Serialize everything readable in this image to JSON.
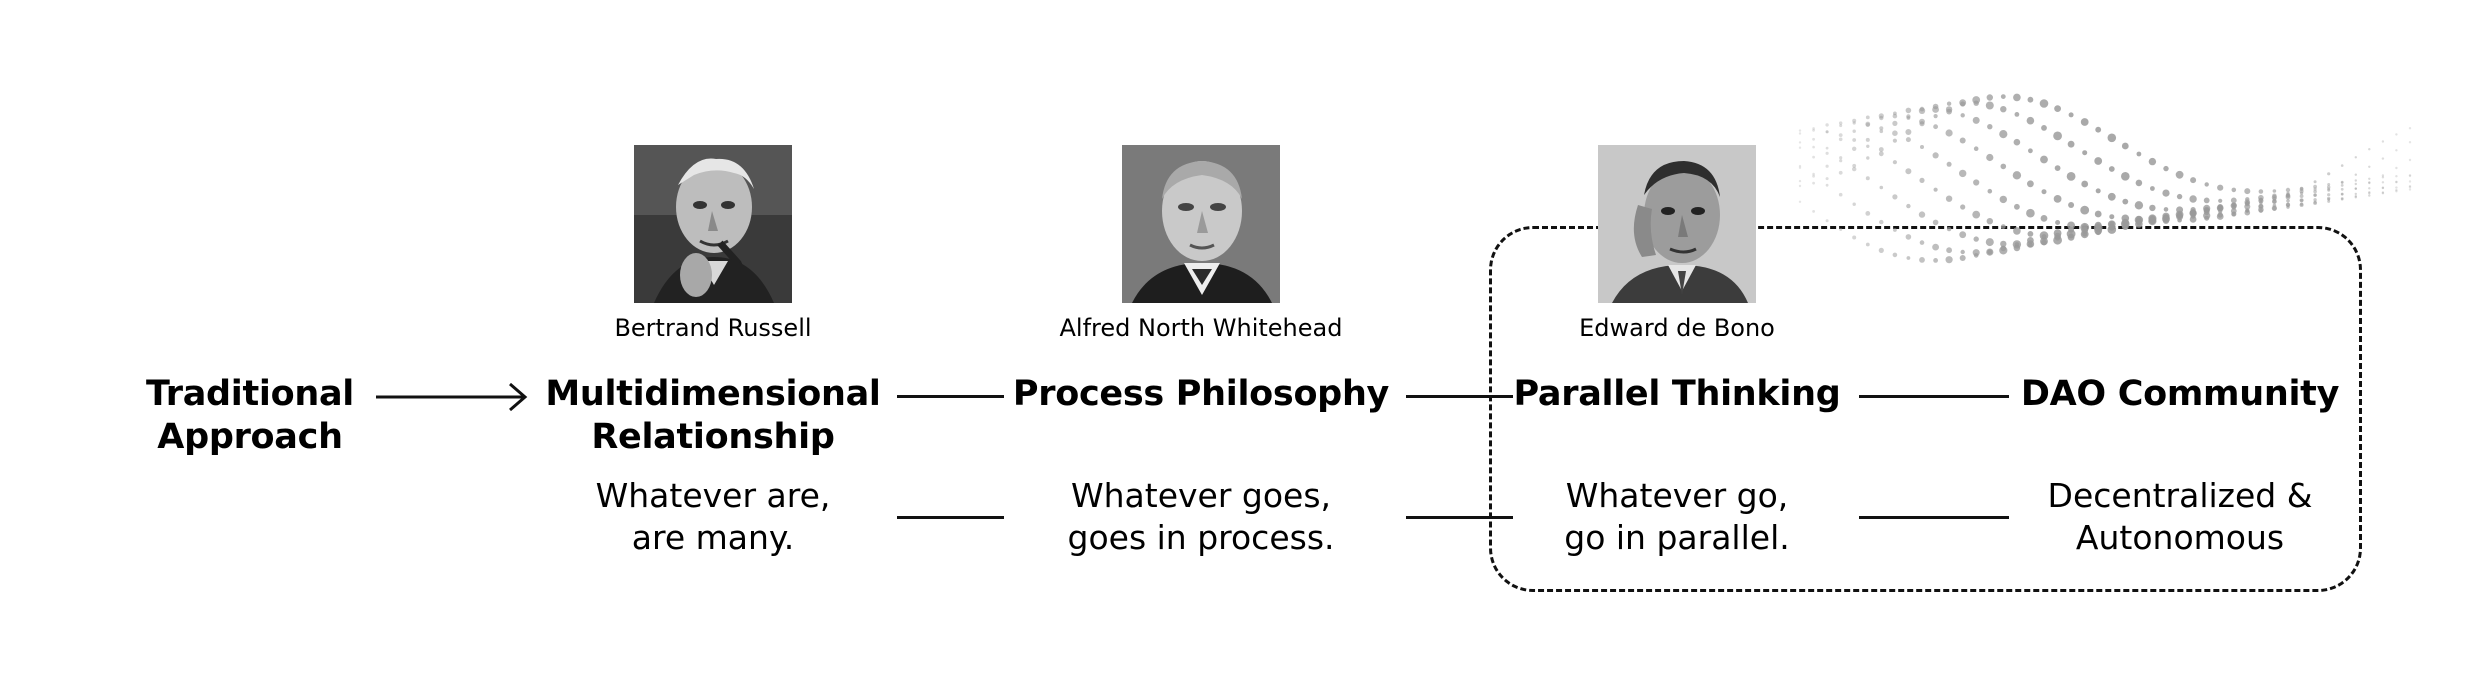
{
  "stages": [
    {
      "id": "traditional",
      "title": "Traditional\nApproach",
      "person": "",
      "quote": ""
    },
    {
      "id": "multidimensional",
      "title": "Multidimensional\nRelationship",
      "person": "Bertrand Russell",
      "quote": "Whatever are,\nare many."
    },
    {
      "id": "process",
      "title": "Process Philosophy",
      "person": "Alfred North Whitehead",
      "quote": "Whatever goes,\ngoes in process."
    },
    {
      "id": "parallel",
      "title": "Parallel Thinking",
      "person": "Edward de Bono",
      "quote": "Whatever go,\ngo in parallel."
    },
    {
      "id": "dao",
      "title": "DAO Community",
      "person": "",
      "quote": "Decentralized &\nAutonomous"
    }
  ],
  "colors": {
    "ink": "#111111",
    "frame": "#111111",
    "wave_dots": "#9a9a9a"
  }
}
